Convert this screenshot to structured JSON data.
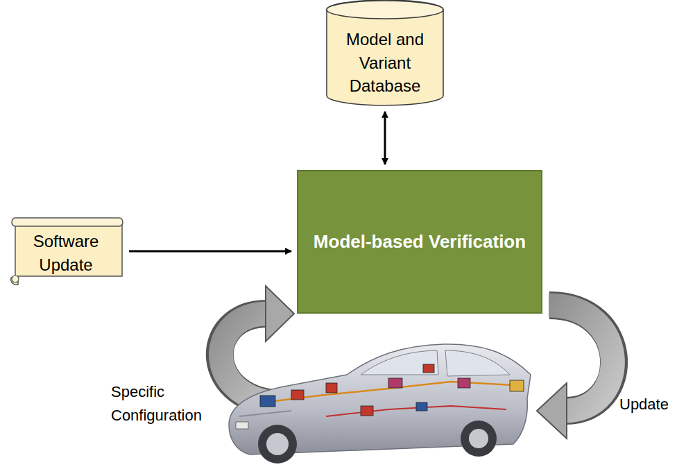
{
  "diagram": {
    "nodes": [
      {
        "text": [
          "Model and Variant Database"
        ]
      },
      {
        "text": [
          "Model-based Verification"
        ]
      },
      {
        "text": [
          "Software Update"
        ]
      }
    ],
    "edges": [
      {
        "from": 0,
        "to": 1,
        "arrow": "both"
      },
      {
        "from": 2,
        "to": 1,
        "arrow": "to"
      }
    ],
    "labels": [
      "Specific Configuration",
      "Update"
    ]
  }
}
